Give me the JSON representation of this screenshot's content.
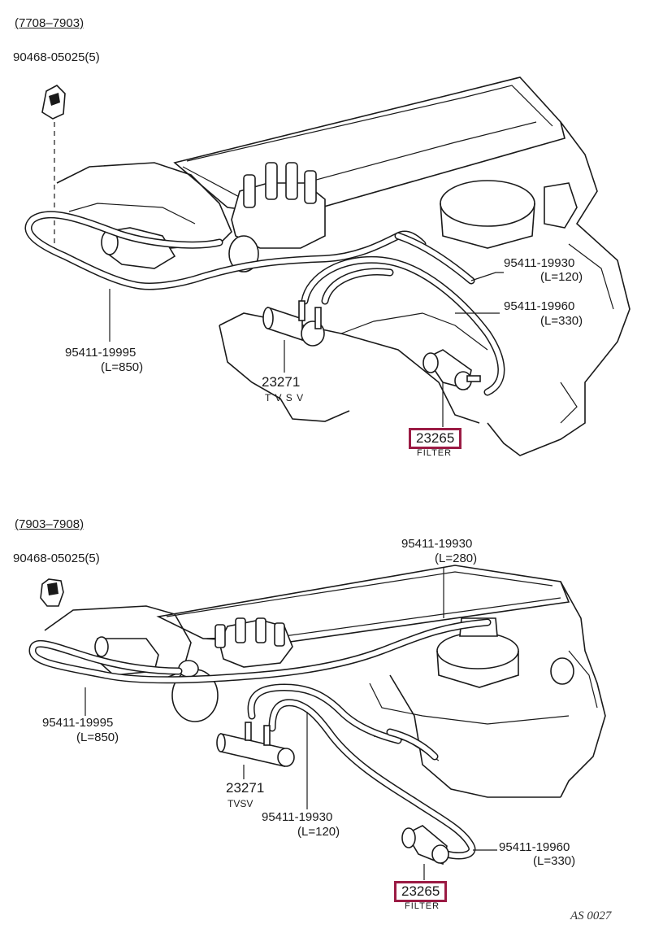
{
  "diagram_code": "AS 0027",
  "highlight_color": "#9b1b44",
  "sections": [
    {
      "range": "(7708–7903)",
      "clip": {
        "part": "90468-05025(5)"
      },
      "hose_a": {
        "part": "95411-19995",
        "length": "(L=850)"
      },
      "hose_b": {
        "part": "95411-19930",
        "length": "(L=120)"
      },
      "hose_c": {
        "part": "95411-19960",
        "length": "(L=330)"
      },
      "tvsv": {
        "part": "23271",
        "name": "T V S V"
      },
      "filter": {
        "part": "23265",
        "name": "FILTER"
      }
    },
    {
      "range": "(7903–7908)",
      "clip": {
        "part": "90468-05025(5)"
      },
      "hose_top": {
        "part": "95411-19930",
        "length": "(L=280)"
      },
      "hose_a": {
        "part": "95411-19995",
        "length": "(L=850)"
      },
      "tvsv": {
        "part": "23271",
        "name": "TVSV"
      },
      "hose_b": {
        "part": "95411-19930",
        "length": "(L=120)"
      },
      "hose_c": {
        "part": "95411-19960",
        "length": "(L=330)"
      },
      "filter": {
        "part": "23265",
        "name": "FILTER"
      }
    }
  ]
}
